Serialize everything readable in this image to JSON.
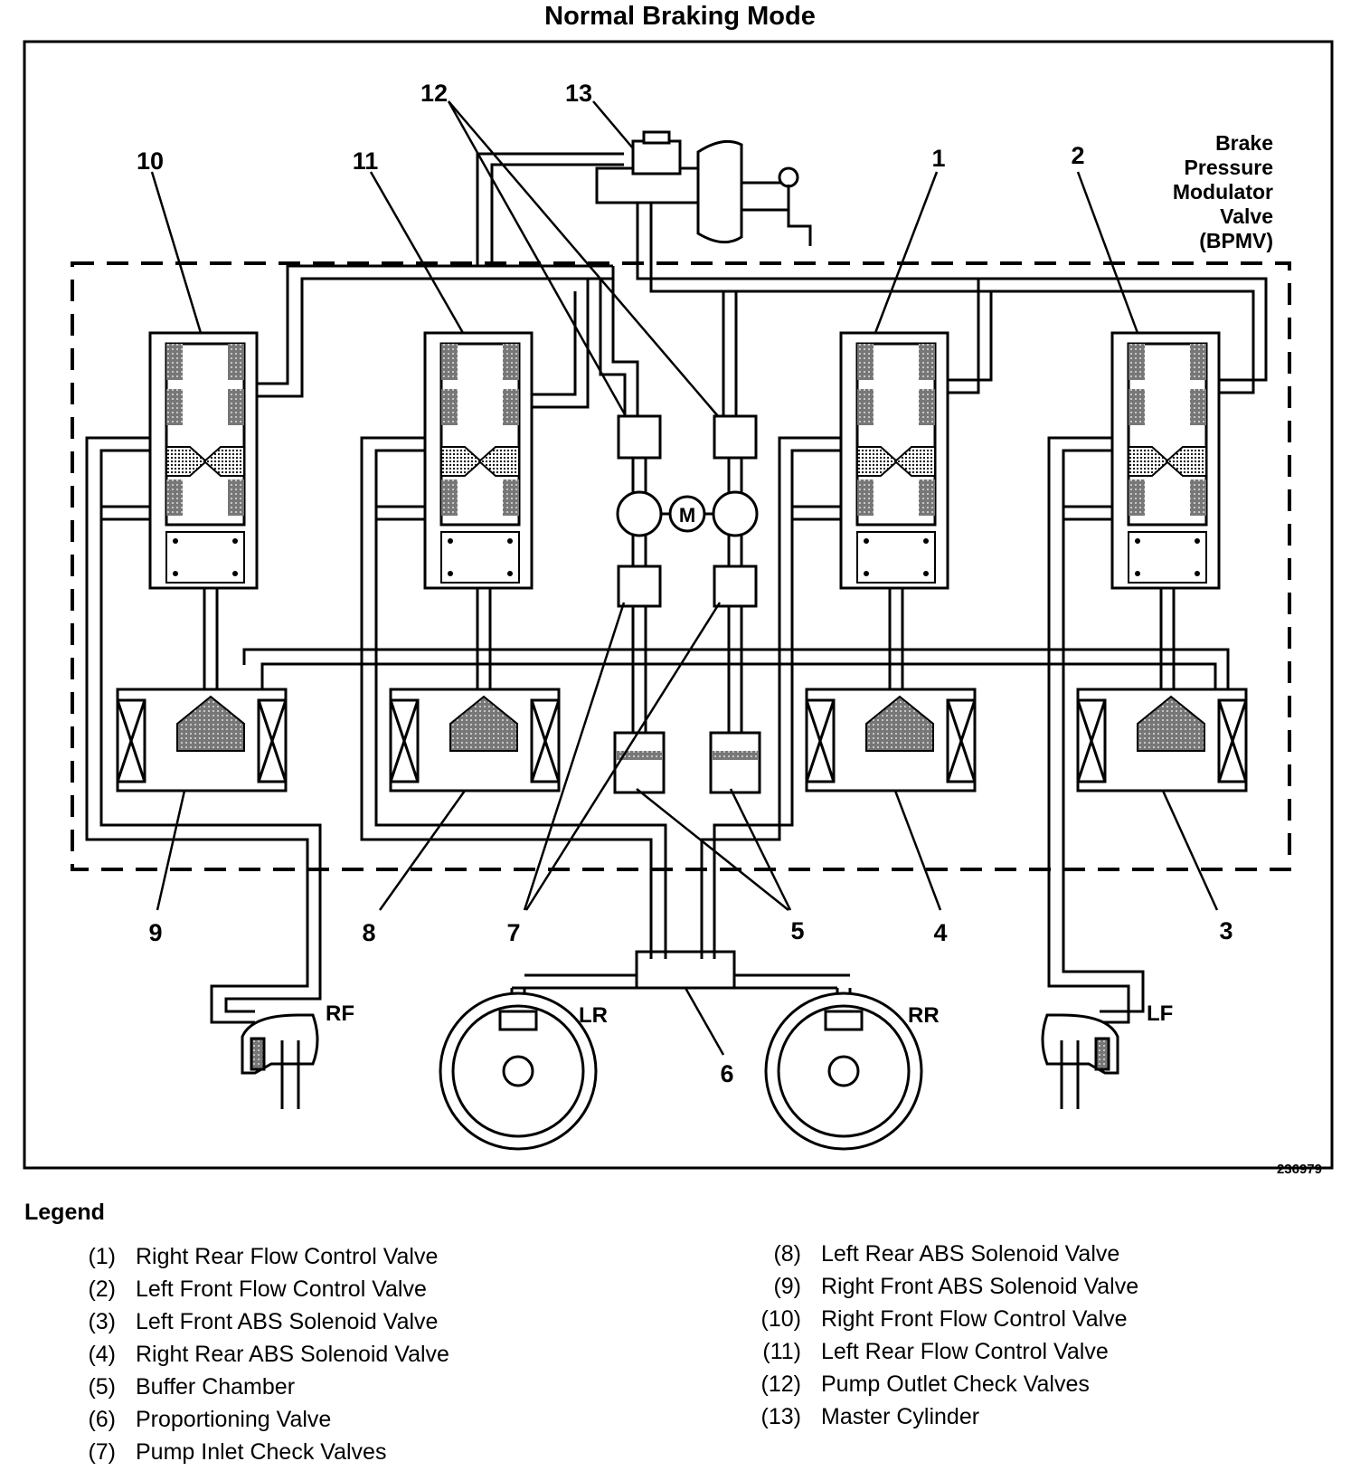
{
  "title": "Normal Braking Mode",
  "bpmv_label": [
    "Brake",
    "Pressure",
    "Modulator",
    "Valve",
    "(BPMV)"
  ],
  "motor_label": "M",
  "figure_id": "236979",
  "wheels": {
    "rf": "RF",
    "lr": "LR",
    "rr": "RR",
    "lf": "LF"
  },
  "callouts": {
    "n1": "1",
    "n2": "2",
    "n3": "3",
    "n4": "4",
    "n5": "5",
    "n6": "6",
    "n7": "7",
    "n8": "8",
    "n9": "9",
    "n10": "10",
    "n11": "11",
    "n12": "12",
    "n13": "13"
  },
  "legend": {
    "title": "Legend",
    "left": [
      {
        "num": "(1)",
        "text": "Right Rear Flow Control Valve"
      },
      {
        "num": "(2)",
        "text": "Left Front Flow Control Valve"
      },
      {
        "num": "(3)",
        "text": "Left Front ABS Solenoid Valve"
      },
      {
        "num": "(4)",
        "text": "Right Rear ABS Solenoid Valve"
      },
      {
        "num": "(5)",
        "text": "Buffer Chamber"
      },
      {
        "num": "(6)",
        "text": "Proportioning Valve"
      },
      {
        "num": "(7)",
        "text": "Pump Inlet Check Valves"
      }
    ],
    "right": [
      {
        "num": "(8)",
        "text": "Left Rear ABS Solenoid Valve"
      },
      {
        "num": "(9)",
        "text": "Right Front ABS Solenoid Valve"
      },
      {
        "num": "(10)",
        "text": "Right Front Flow Control Valve"
      },
      {
        "num": "(11)",
        "text": "Left Rear Flow Control Valve"
      },
      {
        "num": "(12)",
        "text": "Pump Outlet Check Valves"
      },
      {
        "num": "(13)",
        "text": "Master Cylinder"
      }
    ]
  }
}
